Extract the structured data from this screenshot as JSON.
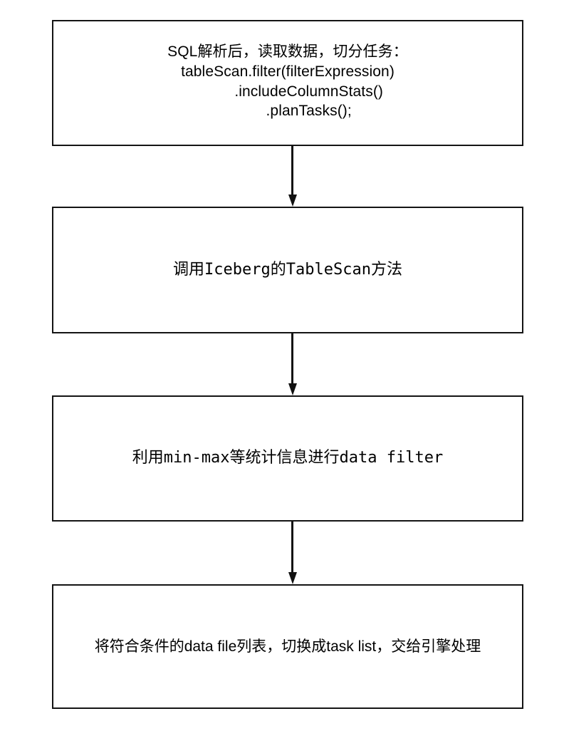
{
  "diagram": {
    "type": "flowchart",
    "orientation": "vertical",
    "background_color": "#ffffff",
    "border_color": "#141414",
    "text_color": "#000000",
    "nodes": [
      {
        "id": "node-1",
        "shape": "rectangle",
        "text": "SQL解析后，读取数据，切分任务：\ntableScan.filter(filterExpression)\n          .includeColumnStats()\n          .planTasks();"
      },
      {
        "id": "node-2",
        "shape": "rectangle",
        "text": "调用Iceberg的TableScan方法"
      },
      {
        "id": "node-3",
        "shape": "rectangle",
        "text": "利用min-max等统计信息进行data filter"
      },
      {
        "id": "node-4",
        "shape": "rectangle",
        "text": "将符合条件的data file列表，切换成task list，交给引擎处理"
      }
    ],
    "connectors": [
      {
        "id": "conn-1",
        "from": "node-1",
        "to": "node-2",
        "style": "solid-line-arrow",
        "direction": "down"
      },
      {
        "id": "conn-2",
        "from": "node-2",
        "to": "node-3",
        "style": "solid-line-arrow",
        "direction": "down"
      },
      {
        "id": "conn-3",
        "from": "node-3",
        "to": "node-4",
        "style": "solid-line-arrow",
        "direction": "down"
      }
    ]
  }
}
